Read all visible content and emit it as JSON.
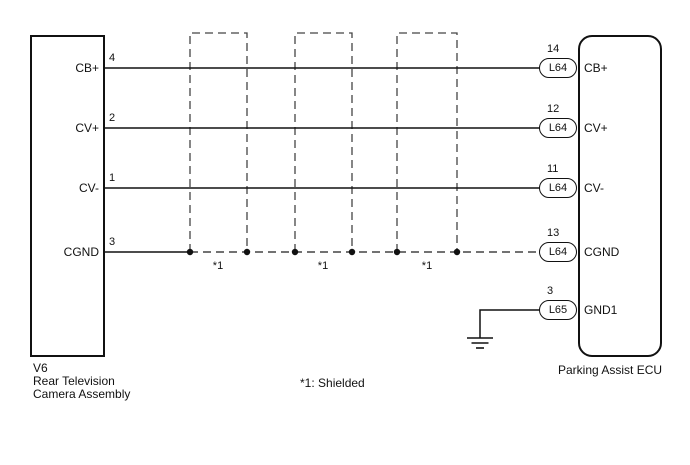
{
  "diagram": {
    "left_component": {
      "code": "V6",
      "name_line1": "Rear Television",
      "name_line2": "Camera Assembly",
      "pins": [
        {
          "number": "4",
          "label": "CB+"
        },
        {
          "number": "2",
          "label": "CV+"
        },
        {
          "number": "1",
          "label": "CV-"
        },
        {
          "number": "3",
          "label": "CGND"
        }
      ]
    },
    "right_component": {
      "name": "Parking Assist ECU",
      "pins": [
        {
          "number": "14",
          "connector": "L64",
          "label": "CB+"
        },
        {
          "number": "12",
          "connector": "L64",
          "label": "CV+"
        },
        {
          "number": "11",
          "connector": "L64",
          "label": "CV-"
        },
        {
          "number": "13",
          "connector": "L64",
          "label": "CGND"
        },
        {
          "number": "3",
          "connector": "L65",
          "label": "GND1"
        }
      ]
    },
    "shield_marker": "*1",
    "footnote": "*1: Shielded",
    "colors": {
      "ink": "#111111",
      "dashed": "#444444",
      "background": "#ffffff"
    }
  }
}
